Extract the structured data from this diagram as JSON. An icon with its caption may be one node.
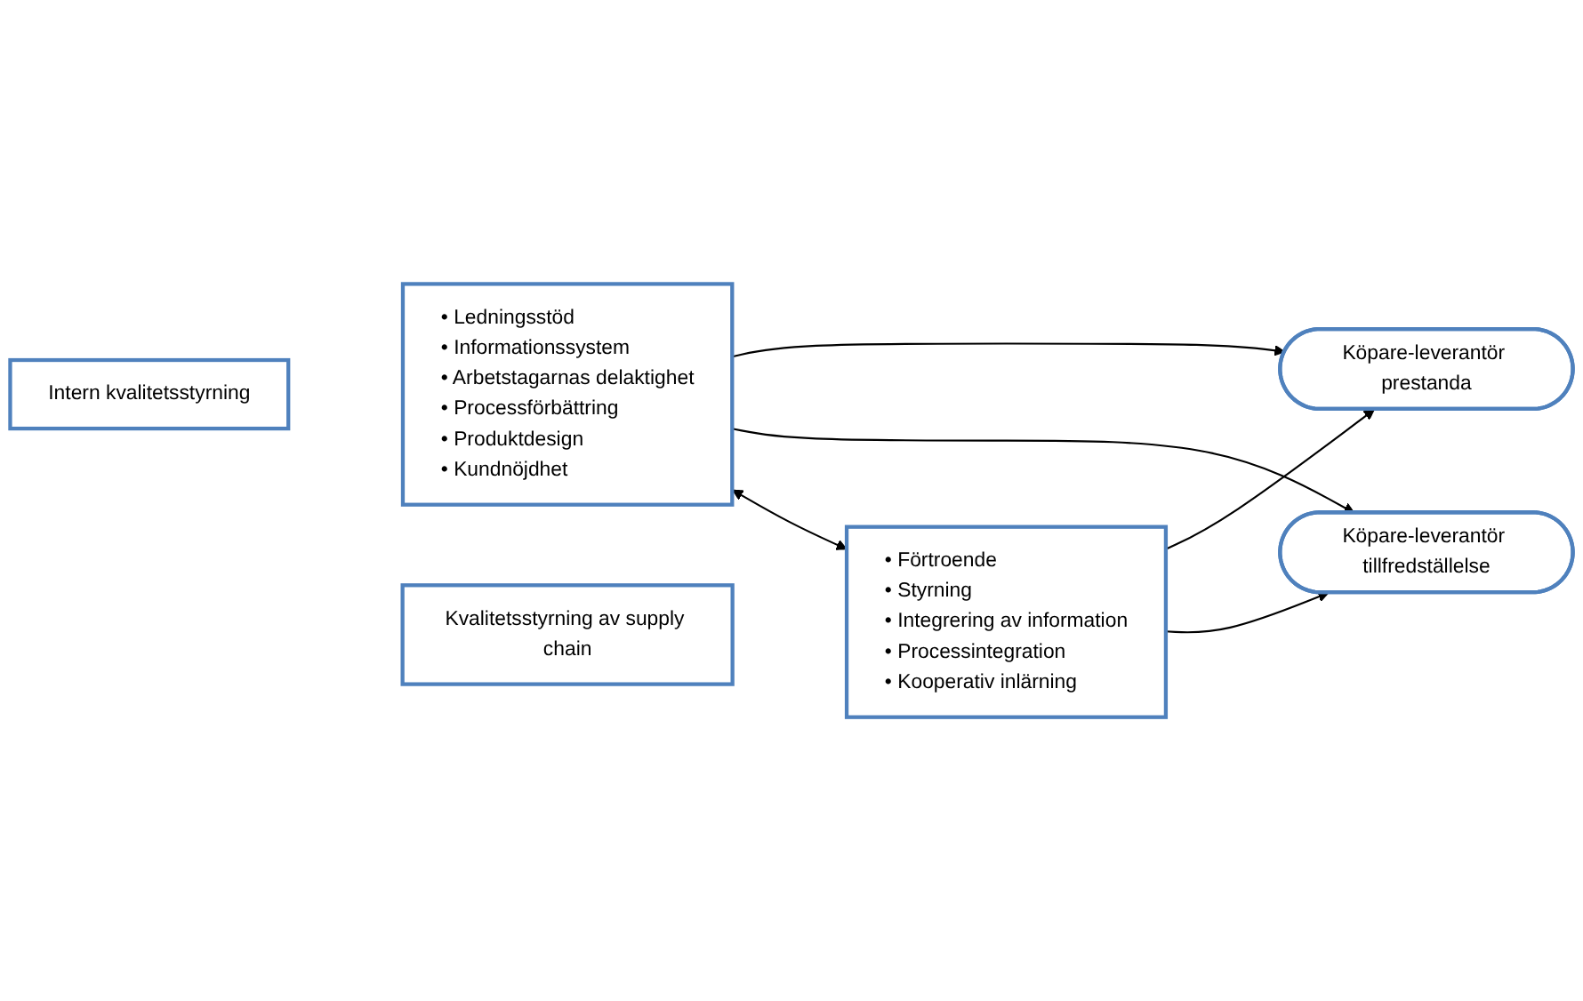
{
  "diagram": {
    "nodes": [
      {
        "text": [
          "Intern kvalitetsstyrning"
        ]
      },
      {
        "text": [
          "• Ledningsstöd",
          "• Informationssystem",
          "• Arbetstagarnas delaktighet",
          "• Processförbättring",
          "• Produktdesign",
          "• Kundnöjdhet"
        ]
      },
      {
        "text": [
          "Kvalitetsstyrning av supply chain"
        ]
      },
      {
        "text": [
          "• Förtroende",
          "• Styrning",
          "• Integrering av information",
          "• Processintegration",
          "• Kooperativ inlärning"
        ]
      },
      {
        "text": [
          "Köpare-leverantör tillfredställelse"
        ]
      },
      {
        "text": [
          "Köpare-leverantör prestanda"
        ]
      }
    ],
    "edges": [
      {
        "from": 1,
        "to": 3,
        "arrow": "both"
      },
      {
        "from": 1,
        "to": 4,
        "arrow": "to"
      },
      {
        "from": 1,
        "to": 5,
        "arrow": "to"
      },
      {
        "from": 3,
        "to": 4,
        "arrow": "to"
      },
      {
        "from": 3,
        "to": 5,
        "arrow": "to"
      }
    ]
  }
}
